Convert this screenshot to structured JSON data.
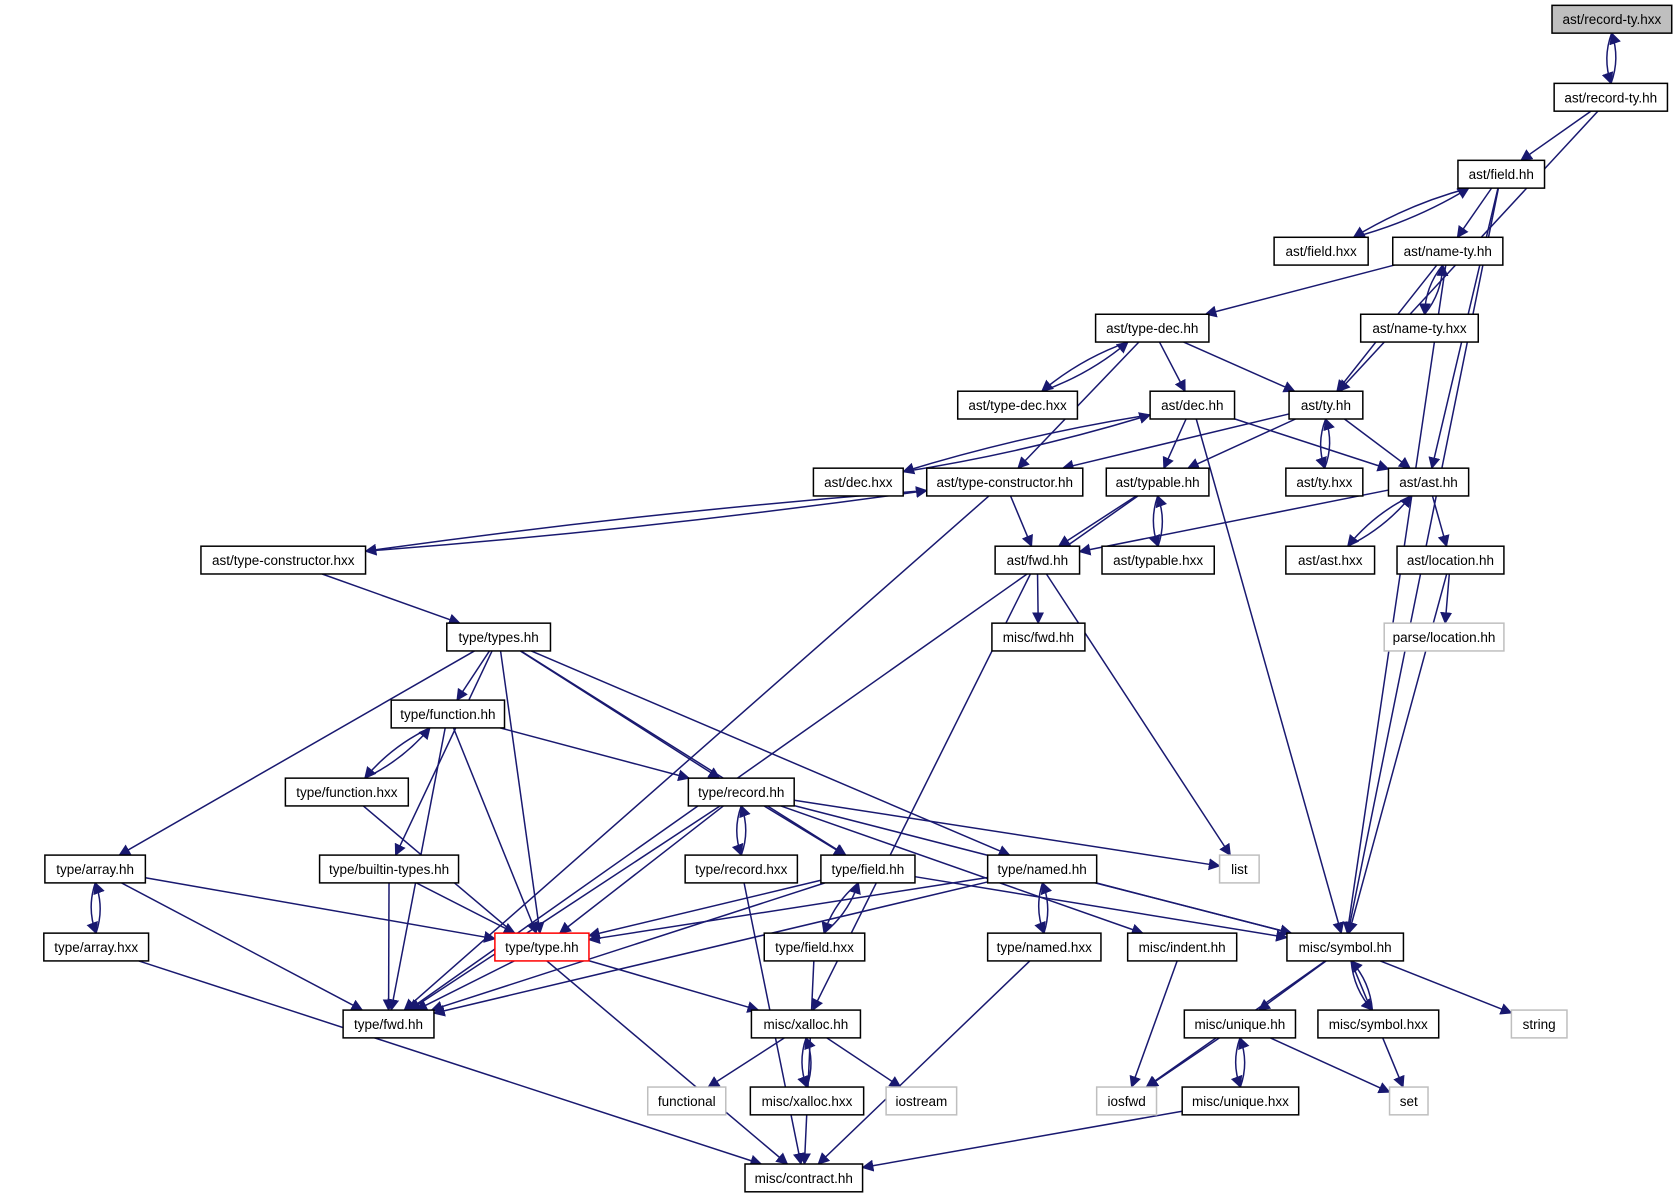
{
  "colors": {
    "edge": "#191970",
    "node_border": "#000000",
    "root_fill": "#bfbfbf",
    "highlight_border": "#ff0000",
    "system_border": "#bfbfbf"
  },
  "nodes": [
    {
      "id": "record_ty_hxx",
      "label": "ast/record-ty.hxx",
      "style": "root"
    },
    {
      "id": "record_ty_hh",
      "label": "ast/record-ty.hh"
    },
    {
      "id": "field_hh",
      "label": "ast/field.hh"
    },
    {
      "id": "field_hxx",
      "label": "ast/field.hxx"
    },
    {
      "id": "name_ty_hh",
      "label": "ast/name-ty.hh"
    },
    {
      "id": "name_ty_hxx",
      "label": "ast/name-ty.hxx"
    },
    {
      "id": "type_dec_hh",
      "label": "ast/type-dec.hh"
    },
    {
      "id": "type_dec_hxx",
      "label": "ast/type-dec.hxx"
    },
    {
      "id": "dec_hh",
      "label": "ast/dec.hh"
    },
    {
      "id": "ty_hh",
      "label": "ast/ty.hh"
    },
    {
      "id": "dec_hxx",
      "label": "ast/dec.hxx"
    },
    {
      "id": "type_ctor_hh",
      "label": "ast/type-constructor.hh"
    },
    {
      "id": "typable_hh",
      "label": "ast/typable.hh"
    },
    {
      "id": "ty_hxx",
      "label": "ast/ty.hxx"
    },
    {
      "id": "ast_hh",
      "label": "ast/ast.hh"
    },
    {
      "id": "type_ctor_hxx",
      "label": "ast/type-constructor.hxx"
    },
    {
      "id": "ast_fwd_hh",
      "label": "ast/fwd.hh"
    },
    {
      "id": "typable_hxx",
      "label": "ast/typable.hxx"
    },
    {
      "id": "ast_hxx",
      "label": "ast/ast.hxx"
    },
    {
      "id": "location_hh",
      "label": "ast/location.hh"
    },
    {
      "id": "types_hh",
      "label": "type/types.hh"
    },
    {
      "id": "misc_fwd_hh",
      "label": "misc/fwd.hh"
    },
    {
      "id": "parse_location_hh",
      "label": "parse/location.hh",
      "style": "system"
    },
    {
      "id": "function_hh",
      "label": "type/function.hh"
    },
    {
      "id": "function_hxx",
      "label": "type/function.hxx"
    },
    {
      "id": "record_hh",
      "label": "type/record.hh"
    },
    {
      "id": "array_hh",
      "label": "type/array.hh"
    },
    {
      "id": "builtin_types_hh",
      "label": "type/builtin-types.hh"
    },
    {
      "id": "record_hxx",
      "label": "type/record.hxx"
    },
    {
      "id": "tfield_hh",
      "label": "type/field.hh"
    },
    {
      "id": "named_hh",
      "label": "type/named.hh"
    },
    {
      "id": "list",
      "label": "list",
      "style": "system"
    },
    {
      "id": "array_hxx",
      "label": "type/array.hxx"
    },
    {
      "id": "type_hh",
      "label": "type/type.hh",
      "style": "highlight"
    },
    {
      "id": "tfield_hxx",
      "label": "type/field.hxx"
    },
    {
      "id": "named_hxx",
      "label": "type/named.hxx"
    },
    {
      "id": "indent_hh",
      "label": "misc/indent.hh"
    },
    {
      "id": "symbol_hh",
      "label": "misc/symbol.hh"
    },
    {
      "id": "type_fwd_hh",
      "label": "type/fwd.hh"
    },
    {
      "id": "xalloc_hh",
      "label": "misc/xalloc.hh"
    },
    {
      "id": "unique_hh",
      "label": "misc/unique.hh"
    },
    {
      "id": "symbol_hxx",
      "label": "misc/symbol.hxx"
    },
    {
      "id": "string",
      "label": "string",
      "style": "system"
    },
    {
      "id": "functional",
      "label": "functional",
      "style": "system"
    },
    {
      "id": "xalloc_hxx",
      "label": "misc/xalloc.hxx"
    },
    {
      "id": "iostream",
      "label": "iostream",
      "style": "system"
    },
    {
      "id": "iosfwd",
      "label": "iosfwd",
      "style": "system"
    },
    {
      "id": "unique_hxx",
      "label": "misc/unique.hxx"
    },
    {
      "id": "set",
      "label": "set",
      "style": "system"
    },
    {
      "id": "contract_hh",
      "label": "misc/contract.hh"
    }
  ],
  "edges": [
    [
      "record_ty_hxx",
      "record_ty_hh"
    ],
    [
      "record_ty_hh",
      "record_ty_hxx"
    ],
    [
      "record_ty_hh",
      "field_hh"
    ],
    [
      "record_ty_hh",
      "ty_hh"
    ],
    [
      "field_hh",
      "field_hxx"
    ],
    [
      "field_hxx",
      "field_hh"
    ],
    [
      "field_hh",
      "name_ty_hh"
    ],
    [
      "field_hh",
      "ast_hh"
    ],
    [
      "field_hh",
      "symbol_hh"
    ],
    [
      "name_ty_hh",
      "name_ty_hxx"
    ],
    [
      "name_ty_hxx",
      "name_ty_hh"
    ],
    [
      "name_ty_hh",
      "type_dec_hh"
    ],
    [
      "name_ty_hh",
      "ty_hh"
    ],
    [
      "name_ty_hh",
      "symbol_hh"
    ],
    [
      "type_dec_hh",
      "type_dec_hxx"
    ],
    [
      "type_dec_hxx",
      "type_dec_hh"
    ],
    [
      "type_dec_hh",
      "dec_hh"
    ],
    [
      "type_dec_hh",
      "ty_hh"
    ],
    [
      "type_dec_hh",
      "type_ctor_hh"
    ],
    [
      "dec_hh",
      "dec_hxx"
    ],
    [
      "dec_hxx",
      "dec_hh"
    ],
    [
      "dec_hh",
      "typable_hh"
    ],
    [
      "dec_hh",
      "ast_hh"
    ],
    [
      "dec_hh",
      "symbol_hh"
    ],
    [
      "ty_hh",
      "ty_hxx"
    ],
    [
      "ty_hxx",
      "ty_hh"
    ],
    [
      "ty_hh",
      "ast_hh"
    ],
    [
      "ty_hh",
      "typable_hh"
    ],
    [
      "ty_hh",
      "type_ctor_hh"
    ],
    [
      "type_ctor_hh",
      "type_ctor_hxx"
    ],
    [
      "type_ctor_hxx",
      "type_ctor_hh"
    ],
    [
      "type_ctor_hh",
      "ast_fwd_hh"
    ],
    [
      "type_ctor_hh",
      "type_fwd_hh"
    ],
    [
      "typable_hh",
      "typable_hxx"
    ],
    [
      "typable_hxx",
      "typable_hh"
    ],
    [
      "typable_hh",
      "ast_fwd_hh"
    ],
    [
      "typable_hh",
      "type_fwd_hh"
    ],
    [
      "ast_hh",
      "ast_hxx"
    ],
    [
      "ast_hxx",
      "ast_hh"
    ],
    [
      "ast_hh",
      "location_hh"
    ],
    [
      "ast_hh",
      "ast_fwd_hh"
    ],
    [
      "location_hh",
      "parse_location_hh"
    ],
    [
      "location_hh",
      "symbol_hh"
    ],
    [
      "type_ctor_hxx",
      "types_hh"
    ],
    [
      "ast_fwd_hh",
      "misc_fwd_hh"
    ],
    [
      "ast_fwd_hh",
      "list"
    ],
    [
      "ast_fwd_hh",
      "xalloc_hh"
    ],
    [
      "types_hh",
      "function_hh"
    ],
    [
      "types_hh",
      "record_hh"
    ],
    [
      "types_hh",
      "array_hh"
    ],
    [
      "types_hh",
      "builtin_types_hh"
    ],
    [
      "types_hh",
      "type_hh"
    ],
    [
      "types_hh",
      "tfield_hh"
    ],
    [
      "types_hh",
      "named_hh"
    ],
    [
      "function_hh",
      "function_hxx"
    ],
    [
      "function_hxx",
      "function_hh"
    ],
    [
      "function_hh",
      "record_hh"
    ],
    [
      "function_hh",
      "type_hh"
    ],
    [
      "function_hh",
      "type_fwd_hh"
    ],
    [
      "function_hxx",
      "contract_hh"
    ],
    [
      "record_hh",
      "record_hxx"
    ],
    [
      "record_hxx",
      "record_hh"
    ],
    [
      "record_hh",
      "tfield_hh"
    ],
    [
      "record_hh",
      "type_hh"
    ],
    [
      "record_hh",
      "type_fwd_hh"
    ],
    [
      "record_hh",
      "list"
    ],
    [
      "record_hh",
      "indent_hh"
    ],
    [
      "record_hh",
      "symbol_hh"
    ],
    [
      "record_hxx",
      "contract_hh"
    ],
    [
      "array_hh",
      "array_hxx"
    ],
    [
      "array_hxx",
      "array_hh"
    ],
    [
      "array_hh",
      "type_hh"
    ],
    [
      "array_hh",
      "type_fwd_hh"
    ],
    [
      "array_hxx",
      "contract_hh"
    ],
    [
      "builtin_types_hh",
      "type_hh"
    ],
    [
      "builtin_types_hh",
      "type_fwd_hh"
    ],
    [
      "tfield_hh",
      "tfield_hxx"
    ],
    [
      "tfield_hxx",
      "tfield_hh"
    ],
    [
      "tfield_hh",
      "type_hh"
    ],
    [
      "tfield_hh",
      "type_fwd_hh"
    ],
    [
      "tfield_hh",
      "symbol_hh"
    ],
    [
      "tfield_hxx",
      "contract_hh"
    ],
    [
      "named_hh",
      "named_hxx"
    ],
    [
      "named_hxx",
      "named_hh"
    ],
    [
      "named_hh",
      "type_hh"
    ],
    [
      "named_hh",
      "type_fwd_hh"
    ],
    [
      "named_hh",
      "symbol_hh"
    ],
    [
      "named_hxx",
      "contract_hh"
    ],
    [
      "type_hh",
      "type_fwd_hh"
    ],
    [
      "type_hh",
      "xalloc_hh"
    ],
    [
      "indent_hh",
      "iosfwd"
    ],
    [
      "symbol_hh",
      "symbol_hxx"
    ],
    [
      "symbol_hxx",
      "symbol_hh"
    ],
    [
      "symbol_hh",
      "unique_hh"
    ],
    [
      "symbol_hh",
      "string"
    ],
    [
      "symbol_hh",
      "set"
    ],
    [
      "symbol_hh",
      "iosfwd"
    ],
    [
      "xalloc_hh",
      "xalloc_hxx"
    ],
    [
      "xalloc_hxx",
      "xalloc_hh"
    ],
    [
      "xalloc_hh",
      "functional"
    ],
    [
      "xalloc_hh",
      "iostream"
    ],
    [
      "unique_hh",
      "unique_hxx"
    ],
    [
      "unique_hxx",
      "unique_hh"
    ],
    [
      "unique_hh",
      "set"
    ],
    [
      "unique_hh",
      "iosfwd"
    ],
    [
      "unique_hxx",
      "contract_hh"
    ]
  ]
}
